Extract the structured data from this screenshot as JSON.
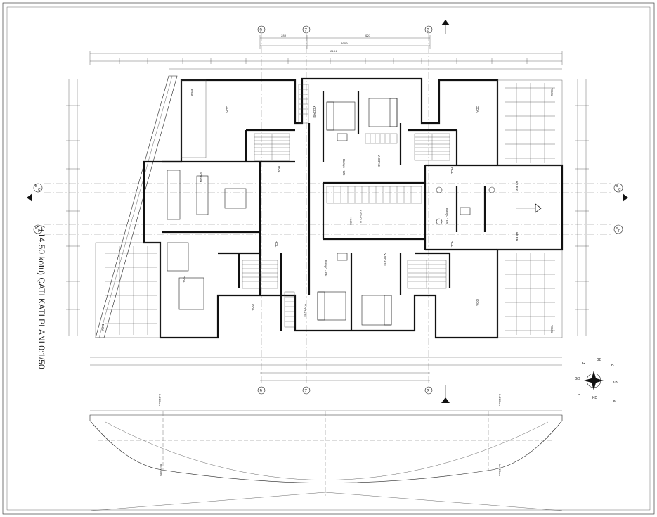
{
  "sheet": {
    "title": "(+14.50 kotu) ÇATI KATI PLANI 0:1/50"
  },
  "axes": {
    "columns": [
      "9",
      "7",
      "3"
    ],
    "rows": [
      "B",
      "C",
      "E",
      "F"
    ]
  },
  "rooms": {
    "teras_tl": "Teras",
    "teras_tr": "Teras",
    "teras_bl": "Teras",
    "teras_br": "Teras",
    "oda_tl": "ODA",
    "oda_tr": "ODA",
    "oda_bl": "ODA",
    "oda_bm": "ODA",
    "oda_br": "ODA",
    "yodasi_1": "Y.ODASI",
    "yodasi_2": "Y.ODASI",
    "yodasi_3": "Y.ODASI",
    "yodasi_4": "Y.ODASI",
    "salon": "SALON",
    "hol_1": "HOL",
    "hol_2": "HOL",
    "hol_3": "HOL",
    "hol_4": "HOL",
    "banyo_1": "Banyo - Wc",
    "banyo_2": "Banyo - Wc",
    "banyo_3": "Banyo - Wc",
    "kiler_1": "KİLER",
    "kiler_2": "KİLER",
    "kat_holu": "KAT HOLU",
    "level": "+14.50"
  },
  "compass": {
    "labels": [
      "G",
      "GB",
      "B",
      "KB",
      "K",
      "KD",
      "D",
      "GD"
    ]
  },
  "section": {
    "note_tl": "h=220cm",
    "note_tr": "h=220cm",
    "note_bl": "h=220cm",
    "note_br": "h=220cm"
  },
  "dimensions": {
    "top_overall": "2161",
    "top_mid": "2090",
    "seg_a": "280",
    "seg_b": "997"
  }
}
